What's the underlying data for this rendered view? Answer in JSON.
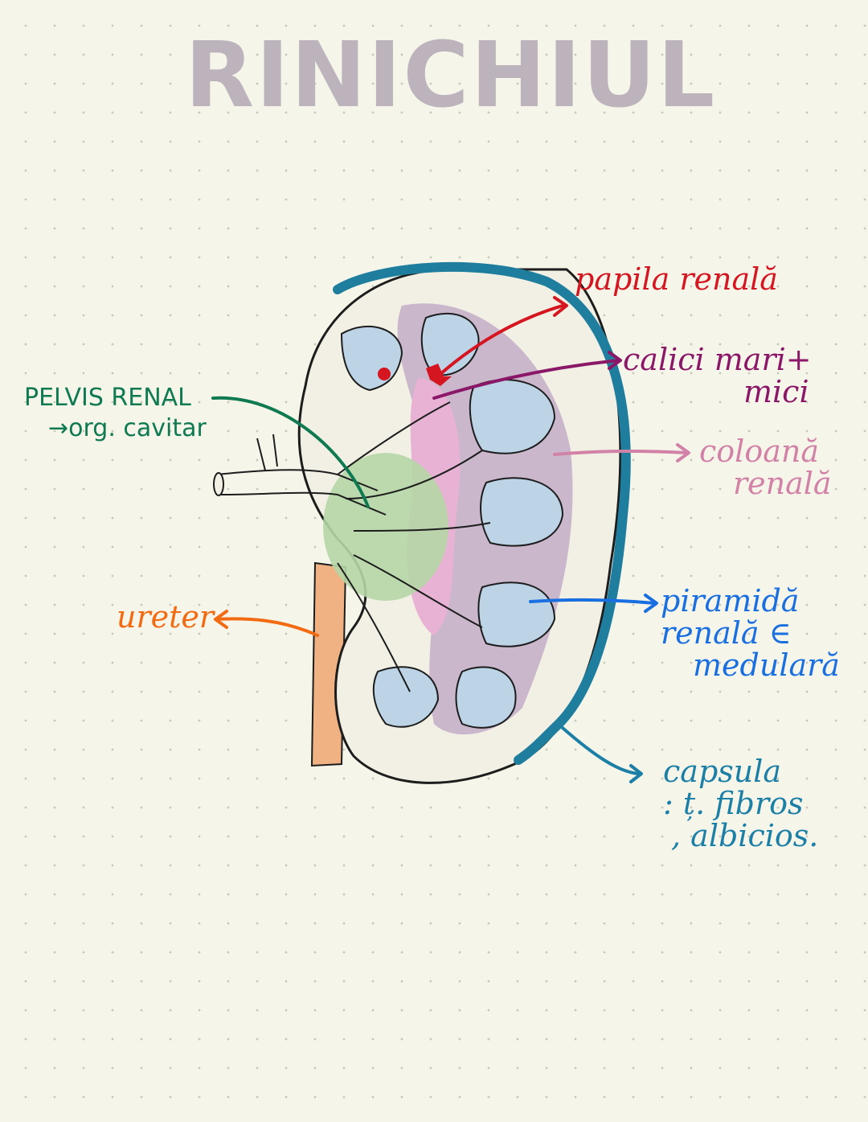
{
  "title": "RINICHIUL",
  "colors": {
    "title": "#bcb3bc",
    "capsule": "#1f7e9e",
    "pyramid_fill": "#bcd4e6",
    "column_fill": "#bfa9c6",
    "pelvis_fill": "#b5d6a6",
    "calyx_fill": "#e7b2d3",
    "ureter_fill": "#f0b283",
    "ink": "#1d1d1d"
  },
  "labels": {
    "papila": {
      "text": "papila renală",
      "color": "#d51520"
    },
    "calici": {
      "lines": [
        "calici mari+",
        "mici"
      ],
      "color": "#8a1767"
    },
    "coloana": {
      "lines": [
        "coloană",
        "renală"
      ],
      "color": "#d182a6"
    },
    "piramida": {
      "lines": [
        "piramidă",
        "renală ∈",
        "medulară"
      ],
      "color": "#1a6fe0"
    },
    "capsula": {
      "lines": [
        "capsula",
        ": ț. fibros",
        ", albicios."
      ],
      "color": "#1c7fa6"
    },
    "pelvis": {
      "lines": [
        "PELVIS RENAL",
        "→org. cavitar"
      ],
      "color": "#0f7a52"
    },
    "ureter": {
      "text": "ureter",
      "color": "#f26a12"
    }
  }
}
